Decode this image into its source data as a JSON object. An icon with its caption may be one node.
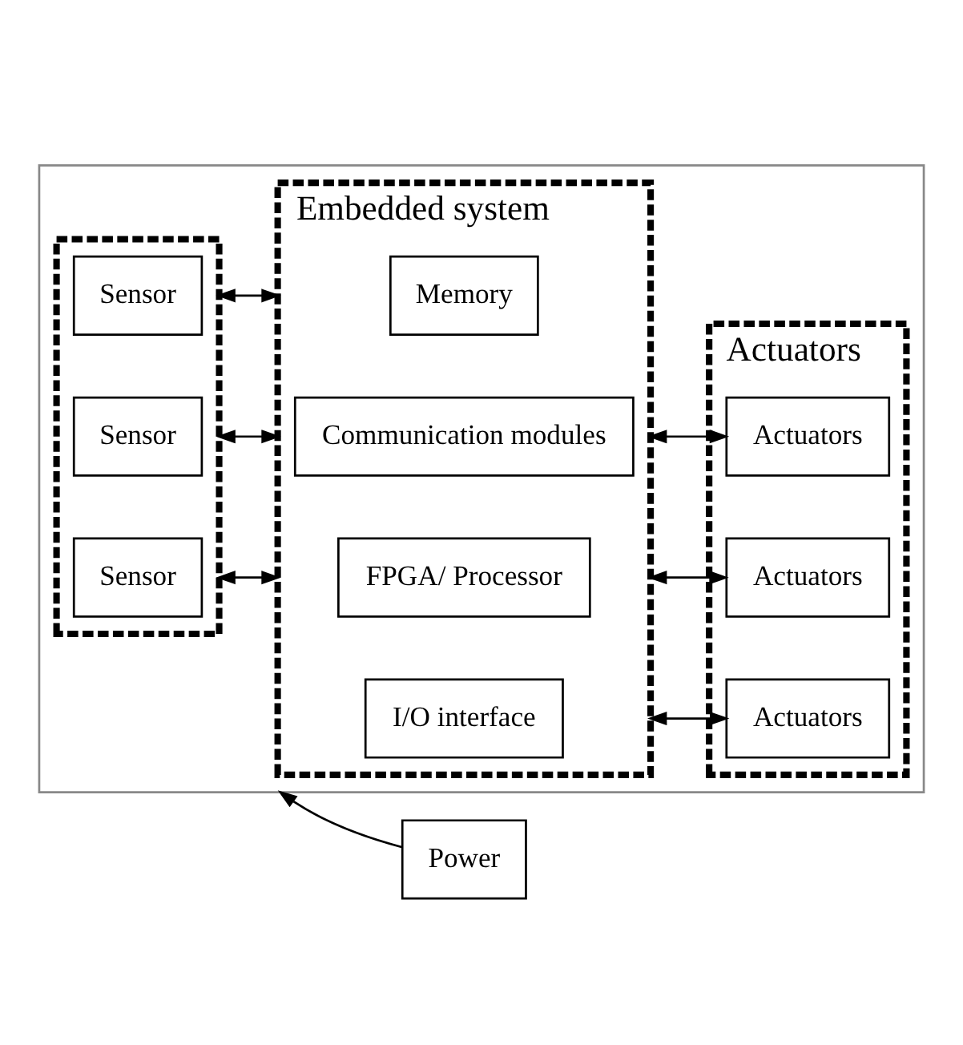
{
  "diagram": {
    "nodes": [
      {
        "text": [],
        "shape": "box"
      },
      {
        "text": [],
        "shape": "box",
        "in": 0
      },
      {
        "text": [
          "Sensor"
        ],
        "in": 1
      },
      {
        "text": [
          "Sensor"
        ],
        "in": 1
      },
      {
        "text": [
          "Sensor"
        ],
        "in": 1
      },
      {
        "text": [
          "Embedded system"
        ],
        "in": 0
      },
      {
        "text": [
          "FPGA/ Processor"
        ],
        "in": 5
      },
      {
        "text": [
          "Communication modules"
        ],
        "in": 5
      },
      {
        "text": [
          "Memory"
        ],
        "in": 5
      },
      {
        "text": [
          "I/O interface"
        ],
        "in": 5
      },
      {
        "text": [
          "Actuators"
        ],
        "in": 0
      },
      {
        "text": [
          "Actuators"
        ],
        "in": 10
      },
      {
        "text": [
          "Actuators"
        ],
        "in": 10
      },
      {
        "text": [
          "Actuators"
        ],
        "in": 10
      },
      {
        "text": [
          "Power"
        ]
      }
    ],
    "edges": [
      {
        "from": 1,
        "to": 5,
        "arrow": "both"
      },
      {
        "from": 1,
        "to": 5,
        "arrow": "both"
      },
      {
        "from": 1,
        "to": 5,
        "arrow": "both"
      },
      {
        "from": 5,
        "to": 11,
        "arrow": "both"
      },
      {
        "from": 5,
        "to": 12,
        "arrow": "both"
      },
      {
        "from": 5,
        "to": 13,
        "arrow": "both"
      },
      {
        "from": 14,
        "to": 0,
        "arrow": "to"
      }
    ]
  }
}
